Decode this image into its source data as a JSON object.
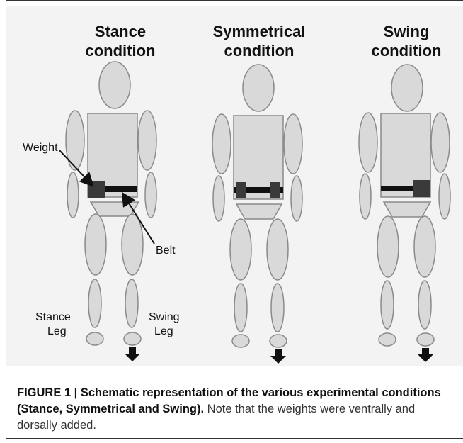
{
  "figure": {
    "conditions": [
      {
        "title_line1": "Stance",
        "title_line2": "condition"
      },
      {
        "title_line1": "Symmetrical",
        "title_line2": "condition"
      },
      {
        "title_line1": "Swing",
        "title_line2": "condition"
      }
    ],
    "labels": {
      "weight": "Weight",
      "belt": "Belt",
      "stance_leg_line1": "Stance",
      "stance_leg_line2": "Leg",
      "swing_leg_line1": "Swing",
      "swing_leg_line2": "Leg"
    },
    "colors": {
      "body_fill": "#d9d9d9",
      "body_stroke": "#8a8a8a",
      "belt": "#111111",
      "weight": "#3a3a3a",
      "background": "#f3f3f3"
    }
  },
  "caption": {
    "bold": "FIGURE 1 | Schematic representation of the various experimental conditions (Stance, Symmetrical and Swing).",
    "normal": " Note that the weights were ventrally and dorsally added."
  }
}
